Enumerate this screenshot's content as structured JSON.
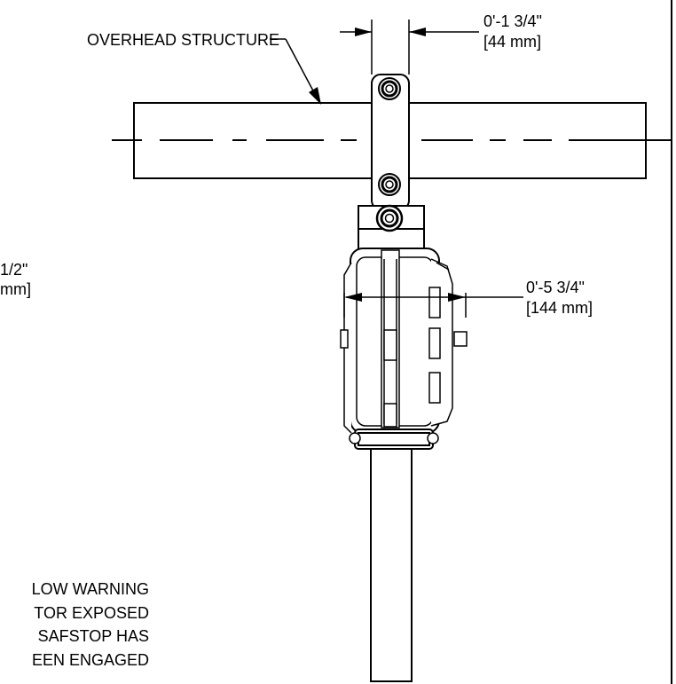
{
  "callouts": {
    "overhead_structure": "OVERHEAD STRUCTURE"
  },
  "dimensions": {
    "clamp_width": {
      "imperial": "0'-1 3/4\"",
      "metric": "[44 mm]"
    },
    "housing_width": {
      "imperial": "0'-5 3/4\"",
      "metric": "[144 mm]"
    },
    "left_partial": {
      "imperial": "1/2\"",
      "metric": "mm]"
    }
  },
  "note_lines": [
    "LOW WARNING",
    "TOR EXPOSED",
    "SAFSTOP HAS",
    "EEN ENGAGED"
  ]
}
